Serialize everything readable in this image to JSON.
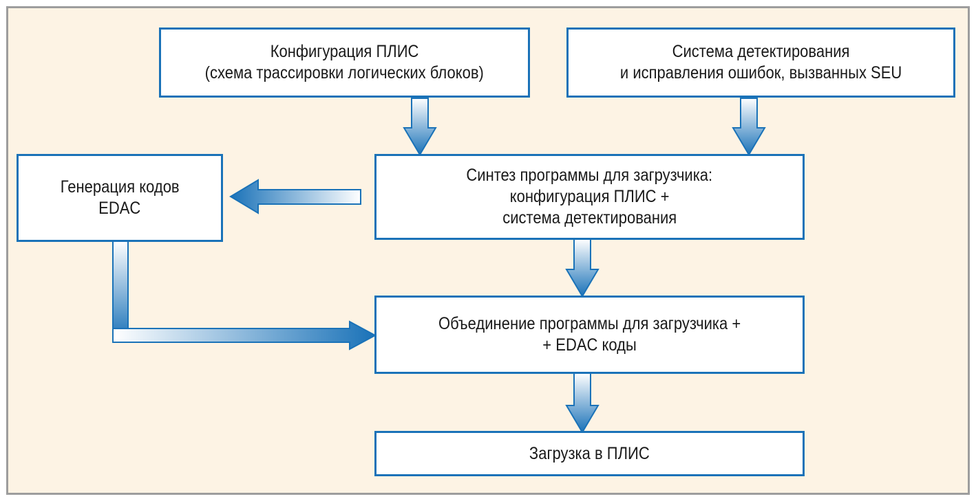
{
  "colors": {
    "background": "#fdf3e4",
    "frame_border": "#9d9d9d",
    "box_border": "#1a72b8",
    "arrow_dark": "#1a72b8",
    "arrow_light": "#ffffff"
  },
  "boxes": {
    "fpga_config": {
      "line1": "Конфигурация ПЛИС",
      "line2": "(схема трассировки логических блоков)"
    },
    "seu_detection": {
      "line1": "Система детектирования",
      "line2": "и исправления ошибок, вызванных SEU"
    },
    "edac_generation": {
      "line1": "Генерация кодов",
      "line2": "EDAC"
    },
    "loader_synthesis": {
      "line1": "Синтез программы для загрузчика:",
      "line2": "конфигурация ПЛИС +",
      "line3": "система детектирования"
    },
    "merge": {
      "line1": "Объединение программы для загрузчика +",
      "line2": "+ EDAC коды"
    },
    "load_fpga": {
      "line1": "Загрузка в ПЛИС"
    }
  },
  "connections": [
    {
      "from": "fpga_config",
      "to": "loader_synthesis"
    },
    {
      "from": "seu_detection",
      "to": "loader_synthesis"
    },
    {
      "from": "loader_synthesis",
      "to": "edac_generation"
    },
    {
      "from": "loader_synthesis",
      "to": "merge"
    },
    {
      "from": "edac_generation",
      "to": "merge"
    },
    {
      "from": "merge",
      "to": "load_fpga"
    }
  ]
}
